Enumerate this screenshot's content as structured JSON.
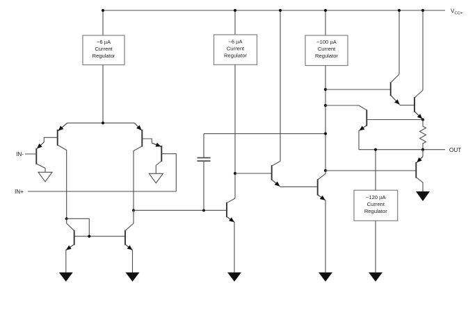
{
  "schematic": {
    "kind": "op-amp equivalent circuit schematic",
    "power": {
      "rail_label_main": "V",
      "rail_label_sub": "CC+"
    },
    "ports": {
      "in_minus": "IN-",
      "in_plus": "IN+",
      "out": "OUT"
    },
    "regulators": [
      {
        "id": "input-stage-regulator",
        "lines": [
          "~6 µA",
          "Current",
          "Regulator"
        ]
      },
      {
        "id": "second-stage-regulator",
        "lines": [
          "~6 µA",
          "Current",
          "Regulator"
        ]
      },
      {
        "id": "output-bias-regulator",
        "lines": [
          "~100 µA",
          "Current",
          "Regulator"
        ]
      },
      {
        "id": "sink-regulator",
        "lines": [
          "~120 µA",
          "Current",
          "Regulator"
        ]
      }
    ],
    "components": {
      "transistors": [
        {
          "id": "q1",
          "type": "pnp",
          "role": "input cascode left"
        },
        {
          "id": "q2",
          "type": "pnp",
          "role": "input transistor IN-"
        },
        {
          "id": "q3",
          "type": "pnp",
          "role": "input cascode right"
        },
        {
          "id": "q4",
          "type": "pnp",
          "role": "input transistor IN+"
        },
        {
          "id": "q5",
          "type": "npn",
          "role": "current mirror left (diode connected)"
        },
        {
          "id": "q6",
          "type": "npn",
          "role": "current mirror right"
        },
        {
          "id": "q7",
          "type": "npn",
          "role": "second stage"
        },
        {
          "id": "q8",
          "type": "npn",
          "role": "driver"
        },
        {
          "id": "q9",
          "type": "npn",
          "role": "bias follower"
        },
        {
          "id": "q10",
          "type": "npn",
          "role": "output darlington upper"
        },
        {
          "id": "q11",
          "type": "npn",
          "role": "output darlington lower"
        },
        {
          "id": "q12",
          "type": "npn",
          "role": "output clamp"
        },
        {
          "id": "q13",
          "type": "pnp",
          "role": "output pull-down"
        }
      ],
      "capacitor": "compensation capacitor",
      "resistor": "output series resistor",
      "ground_symbols": {
        "filled_arrows": 6,
        "open_arrows": 2
      }
    },
    "colors": {
      "wire": "#4d4d4d",
      "symbol": "#111111",
      "box_border": "#7f7f7f",
      "text": "#1a1a1a",
      "background": "#ffffff"
    }
  }
}
